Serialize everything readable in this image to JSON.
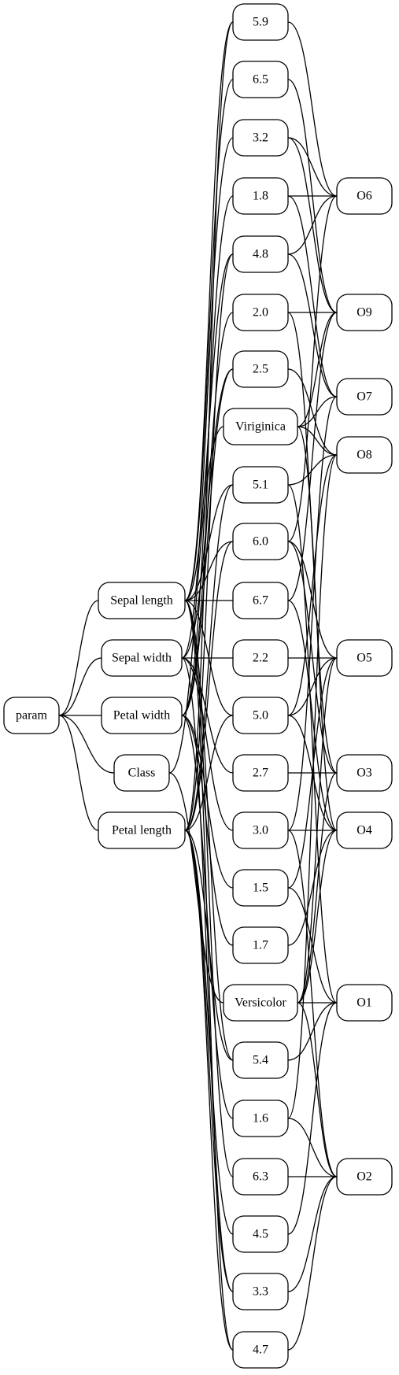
{
  "diagram": {
    "nodes": [
      {
        "id": "param",
        "label": "param"
      },
      {
        "id": "sepal_length",
        "label": "Sepal length"
      },
      {
        "id": "sepal_width",
        "label": "Sepal width"
      },
      {
        "id": "petal_width",
        "label": "Petal width"
      },
      {
        "id": "class",
        "label": "Class"
      },
      {
        "id": "petal_length",
        "label": "Petal length"
      },
      {
        "id": "v5_9",
        "label": "5.9"
      },
      {
        "id": "v6_5",
        "label": "6.5"
      },
      {
        "id": "v3_2",
        "label": "3.2"
      },
      {
        "id": "v1_8",
        "label": "1.8"
      },
      {
        "id": "v4_8",
        "label": "4.8"
      },
      {
        "id": "v2_0",
        "label": "2.0"
      },
      {
        "id": "v2_5",
        "label": "2.5"
      },
      {
        "id": "viriginica",
        "label": "Viriginica"
      },
      {
        "id": "v5_1",
        "label": "5.1"
      },
      {
        "id": "v6_0",
        "label": "6.0"
      },
      {
        "id": "v6_7",
        "label": "6.7"
      },
      {
        "id": "v2_2",
        "label": "2.2"
      },
      {
        "id": "v5_0",
        "label": "5.0"
      },
      {
        "id": "v2_7",
        "label": "2.7"
      },
      {
        "id": "v3_0",
        "label": "3.0"
      },
      {
        "id": "v1_5",
        "label": "1.5"
      },
      {
        "id": "v1_7",
        "label": "1.7"
      },
      {
        "id": "versicolor",
        "label": "Versicolor"
      },
      {
        "id": "v5_4",
        "label": "5.4"
      },
      {
        "id": "v1_6",
        "label": "1.6"
      },
      {
        "id": "v6_3",
        "label": "6.3"
      },
      {
        "id": "v4_5",
        "label": "4.5"
      },
      {
        "id": "v3_3",
        "label": "3.3"
      },
      {
        "id": "v4_7",
        "label": "4.7"
      },
      {
        "id": "o6",
        "label": "O6"
      },
      {
        "id": "o9",
        "label": "O9"
      },
      {
        "id": "o7",
        "label": "O7"
      },
      {
        "id": "o8",
        "label": "O8"
      },
      {
        "id": "o5",
        "label": "O5"
      },
      {
        "id": "o3",
        "label": "O3"
      },
      {
        "id": "o4",
        "label": "O4"
      },
      {
        "id": "o1",
        "label": "O1"
      },
      {
        "id": "o2",
        "label": "O2"
      }
    ],
    "edges": [
      [
        "param",
        "sepal_length"
      ],
      [
        "param",
        "sepal_width"
      ],
      [
        "param",
        "petal_width"
      ],
      [
        "param",
        "class"
      ],
      [
        "param",
        "petal_length"
      ],
      [
        "sepal_length",
        "v5_9"
      ],
      [
        "sepal_length",
        "v6_5"
      ],
      [
        "sepal_length",
        "v4_8"
      ],
      [
        "sepal_length",
        "v5_1"
      ],
      [
        "sepal_length",
        "v6_0"
      ],
      [
        "sepal_length",
        "v6_7"
      ],
      [
        "sepal_length",
        "v5_0"
      ],
      [
        "sepal_length",
        "v5_4"
      ],
      [
        "sepal_length",
        "v6_3"
      ],
      [
        "sepal_length",
        "v4_7"
      ],
      [
        "sepal_width",
        "v3_2"
      ],
      [
        "sepal_width",
        "v2_5"
      ],
      [
        "sepal_width",
        "v2_2"
      ],
      [
        "sepal_width",
        "v2_7"
      ],
      [
        "sepal_width",
        "v3_0"
      ],
      [
        "sepal_width",
        "v3_3"
      ],
      [
        "petal_width",
        "v1_8"
      ],
      [
        "petal_width",
        "v2_0"
      ],
      [
        "petal_width",
        "v2_5"
      ],
      [
        "petal_width",
        "v1_5"
      ],
      [
        "petal_width",
        "v1_7"
      ],
      [
        "petal_width",
        "v1_6"
      ],
      [
        "class",
        "viriginica"
      ],
      [
        "class",
        "versicolor"
      ],
      [
        "petal_length",
        "v5_9"
      ],
      [
        "petal_length",
        "v4_8"
      ],
      [
        "petal_length",
        "v5_1"
      ],
      [
        "petal_length",
        "v6_0"
      ],
      [
        "petal_length",
        "v5_0"
      ],
      [
        "petal_length",
        "v5_4"
      ],
      [
        "petal_length",
        "v4_5"
      ],
      [
        "petal_length",
        "v4_7"
      ],
      [
        "petal_length",
        "v3_3"
      ],
      [
        "v5_9",
        "o6"
      ],
      [
        "v6_5",
        "o9"
      ],
      [
        "v3_2",
        "o6"
      ],
      [
        "v3_2",
        "o9"
      ],
      [
        "v1_8",
        "o6"
      ],
      [
        "v1_8",
        "o7"
      ],
      [
        "v4_8",
        "o6"
      ],
      [
        "v4_8",
        "o7"
      ],
      [
        "v2_0",
        "o9"
      ],
      [
        "v2_0",
        "o3"
      ],
      [
        "v2_5",
        "o8"
      ],
      [
        "viriginica",
        "o7"
      ],
      [
        "viriginica",
        "o9"
      ],
      [
        "viriginica",
        "o8"
      ],
      [
        "viriginica",
        "o4"
      ],
      [
        "v5_1",
        "o8"
      ],
      [
        "v5_1",
        "o1"
      ],
      [
        "v6_0",
        "o5"
      ],
      [
        "v6_0",
        "o6"
      ],
      [
        "v6_0",
        "o3"
      ],
      [
        "v6_7",
        "o9"
      ],
      [
        "v6_7",
        "o4"
      ],
      [
        "v2_2",
        "o5"
      ],
      [
        "v5_0",
        "o5"
      ],
      [
        "v5_0",
        "o8"
      ],
      [
        "v5_0",
        "o4"
      ],
      [
        "v2_7",
        "o3"
      ],
      [
        "v3_0",
        "o4"
      ],
      [
        "v3_0",
        "o7"
      ],
      [
        "v3_0",
        "o2"
      ],
      [
        "v1_5",
        "o1"
      ],
      [
        "v1_5",
        "o5"
      ],
      [
        "v1_7",
        "o4"
      ],
      [
        "versicolor",
        "o1"
      ],
      [
        "versicolor",
        "o3"
      ],
      [
        "versicolor",
        "o4"
      ],
      [
        "versicolor",
        "o5"
      ],
      [
        "versicolor",
        "o2"
      ],
      [
        "v5_4",
        "o1"
      ],
      [
        "v1_6",
        "o2"
      ],
      [
        "v1_6",
        "o8"
      ],
      [
        "v6_3",
        "o2"
      ],
      [
        "v4_5",
        "o1"
      ],
      [
        "v3_3",
        "o2"
      ],
      [
        "v4_7",
        "o2"
      ]
    ]
  }
}
